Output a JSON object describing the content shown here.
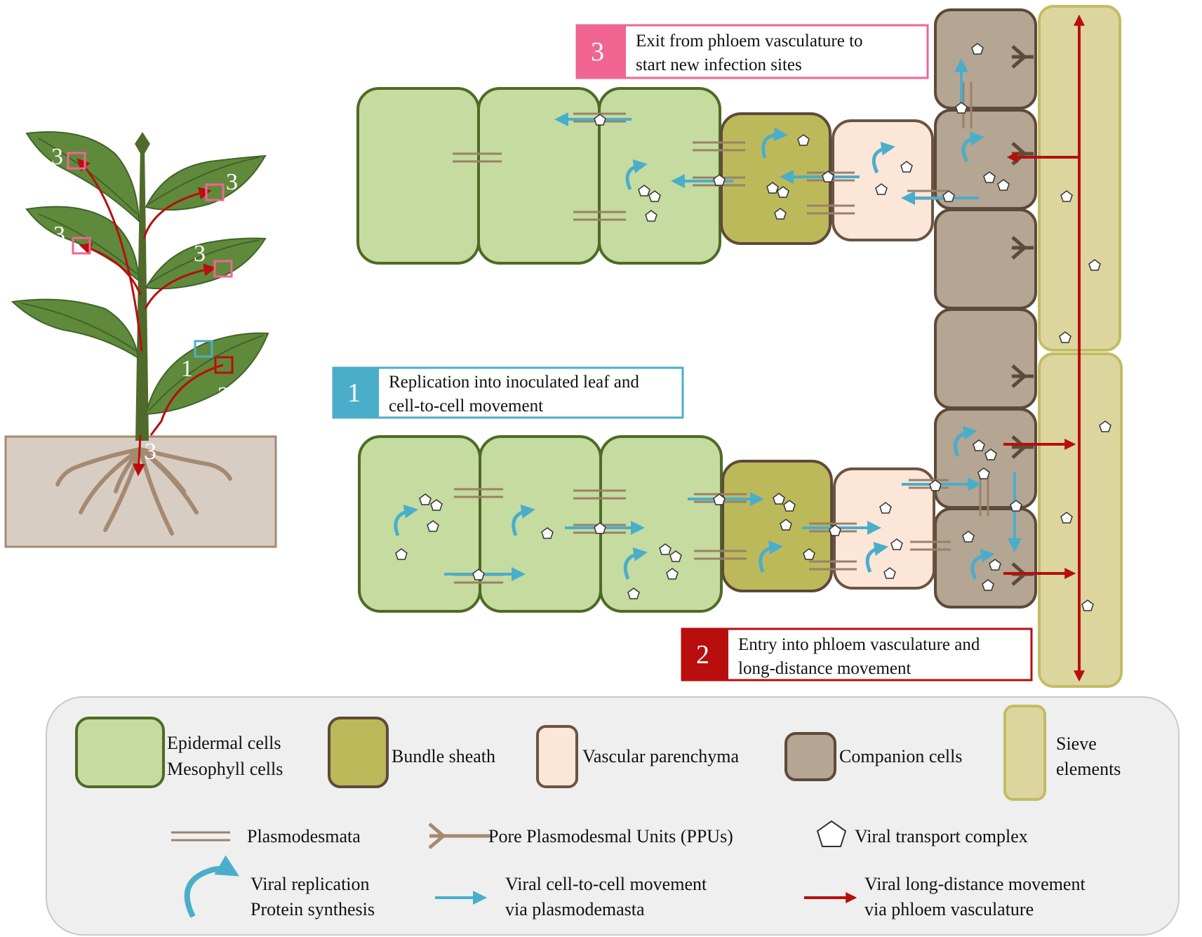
{
  "plant": {
    "labels": {
      "leaf_top_left": "3",
      "leaf_top_right": "3",
      "leaf_mid_left": "3",
      "leaf_mid_right": "3",
      "inoculated_1": "1",
      "inoculated_2": "2",
      "root": "3"
    }
  },
  "steps": {
    "step3": {
      "number": "3",
      "line1": "Exit from phloem vasculature to",
      "line2": "start new infection sites"
    },
    "step1": {
      "number": "1",
      "line1": "Replication into inoculated leaf and",
      "line2": "cell-to-cell movement"
    },
    "step2": {
      "number": "2",
      "line1": "Entry into phloem vasculature and",
      "line2": "long-distance movement"
    }
  },
  "legend": {
    "epidermal": {
      "line1": "Epidermal cells",
      "line2": "Mesophyll cells"
    },
    "bundle_sheath": "Bundle sheath",
    "vascular_parenchyma": "Vascular parenchyma",
    "companion_cells": "Companion cells",
    "sieve": {
      "line1": "Sieve",
      "line2": "elements"
    },
    "plasmodesmata": "Plasmodesmata",
    "ppu": "Pore Plasmodesmal Units (PPUs)",
    "viral_complex": "Viral transport complex",
    "replication": {
      "line1": "Viral replication",
      "line2": "Protein synthesis"
    },
    "cell_movement": {
      "line1": "Viral cell-to-cell  movement",
      "line2": "via plasmodemasta"
    },
    "long_distance": {
      "line1": "Viral long-distance movement",
      "line2": "via phloem vasculature"
    }
  },
  "colors": {
    "epidermal_fill": "#c5dba0",
    "epidermal_stroke": "#4e6b25",
    "bundle_fill": "#bcb95a",
    "bundle_stroke": "#5e4a3a",
    "vascular_fill": "#fbe6d8",
    "vascular_stroke": "#6b5443",
    "companion_fill": "#b5a593",
    "companion_stroke": "#5e4a3a",
    "sieve_fill": "#dcd69e",
    "sieve_stroke": "#c2bc63",
    "plasmodesmata": "#9c8068",
    "cyan": "#4aaecb",
    "red": "#b80e0e",
    "pink": "#f06592",
    "leaf": "#5f8a3b",
    "stem": "#4f6a2a",
    "soil": "#d8cdc3",
    "root": "#a58a72"
  }
}
